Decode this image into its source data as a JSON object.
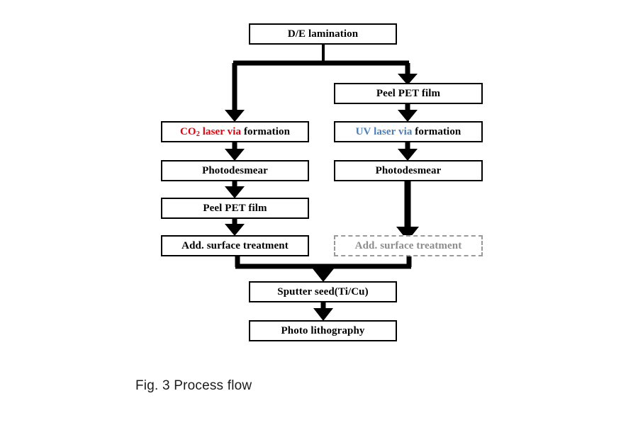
{
  "figure": {
    "caption": "Fig. 3 Process flow",
    "colors": {
      "line": "#000000",
      "box_border": "#000000",
      "dashed_border": "#9a9a9a",
      "dashed_text": "#8c8c8c",
      "co2_red": "#e8000d",
      "uv_blue": "#4a7ebb",
      "photodesmear_green": "#1ba058",
      "background": "#ffffff"
    }
  },
  "nodes": {
    "de_lamination": {
      "label": "D/E lamination"
    },
    "peel_pet_right": {
      "label": "Peel PET film"
    },
    "co2_laser": {
      "label": "CO2 laser via formation",
      "part_colored": "CO",
      "part_subscript": "2",
      "part_colored_tail": " laser via",
      "part_plain": " formation"
    },
    "uv_laser": {
      "label": "UV laser via formation",
      "part_colored": "UV",
      "part_colored_tail": " laser via",
      "part_plain": " formation"
    },
    "photodesmear_left": {
      "label": "Photodesmear"
    },
    "photodesmear_right": {
      "label": "Photodesmear"
    },
    "peel_pet_left": {
      "label": "Peel PET film"
    },
    "surface_treatment_left": {
      "label": "Add. surface treatment"
    },
    "surface_treatment_right": {
      "label": "Add. surface treatment"
    },
    "sputter_seed": {
      "label": "Sputter seed(Ti/Cu)"
    },
    "photo_lithography": {
      "label": "Photo lithography"
    }
  },
  "flow": {
    "branches": [
      {
        "from": "de_lamination",
        "to": "co2_laser",
        "style": "elbow-left"
      },
      {
        "from": "de_lamination",
        "to": "peel_pet_right",
        "style": "elbow-right"
      },
      {
        "from": "peel_pet_right",
        "to": "uv_laser",
        "style": "straight"
      },
      {
        "from": "co2_laser",
        "to": "photodesmear_left",
        "style": "straight"
      },
      {
        "from": "uv_laser",
        "to": "photodesmear_right",
        "style": "straight"
      },
      {
        "from": "photodesmear_left",
        "to": "peel_pet_left",
        "style": "straight"
      },
      {
        "from": "peel_pet_left",
        "to": "surface_treatment_left",
        "style": "straight"
      },
      {
        "from": "photodesmear_right",
        "to": "surface_treatment_right",
        "style": "bypass-long"
      },
      {
        "from": "surface_treatment_left",
        "to": "sputter_seed",
        "style": "merge"
      },
      {
        "from": "surface_treatment_right",
        "to": "sputter_seed",
        "style": "merge"
      },
      {
        "from": "sputter_seed",
        "to": "photo_lithography",
        "style": "straight"
      }
    ]
  }
}
